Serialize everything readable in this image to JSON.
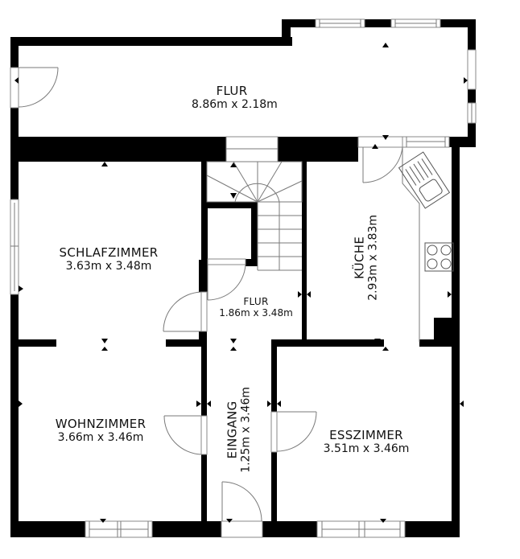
{
  "floorplan": {
    "colors": {
      "wall": "#000000",
      "background": "#ffffff",
      "fixture_line": "#7a7a7a",
      "text": "#111111"
    },
    "rooms": [
      {
        "id": "flur_oben",
        "name": "FLUR",
        "dimensions": "8.86m x 2.18m"
      },
      {
        "id": "schlafzimmer",
        "name": "SCHLAFZIMMER",
        "dimensions": "3.63m x 3.48m"
      },
      {
        "id": "flur_mitte",
        "name": "FLUR",
        "dimensions": "1.86m x 3.48m"
      },
      {
        "id": "kueche",
        "name": "KÜCHE",
        "dimensions": "2.93m x 3.83m"
      },
      {
        "id": "wohnzimmer",
        "name": "WOHNZIMMER",
        "dimensions": "3.66m x 3.46m"
      },
      {
        "id": "eingang",
        "name": "EINGANG",
        "dimensions": "1.25m x 3.46m"
      },
      {
        "id": "esszimmer",
        "name": "ESSZIMMER",
        "dimensions": "3.51m x 3.46m"
      }
    ],
    "fixtures": [
      "staircase",
      "kitchen-sink",
      "cooktop-4-burner",
      "kitchen-counter"
    ]
  }
}
